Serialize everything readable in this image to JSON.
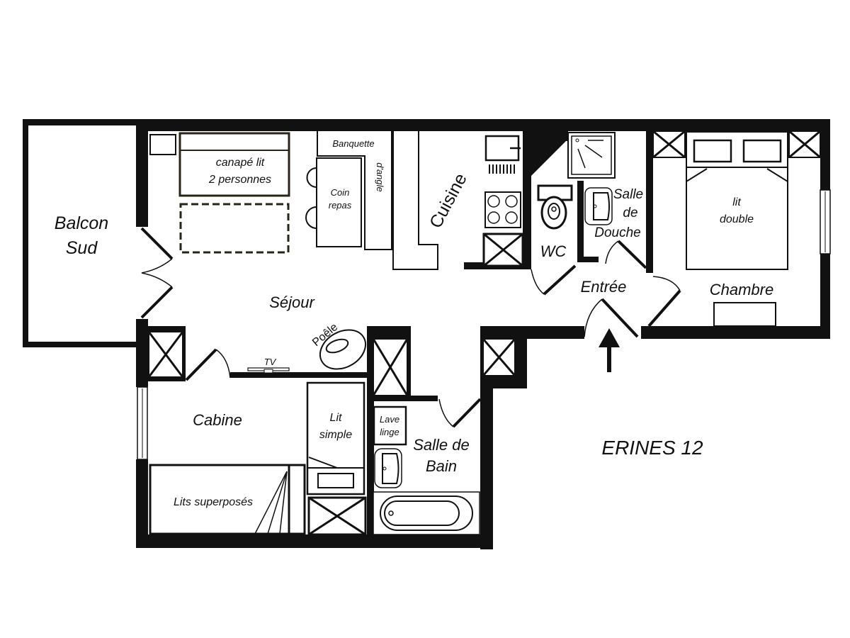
{
  "plan": {
    "title": "ERINES 12",
    "colors": {
      "wall": "#111111",
      "background": "#ffffff"
    },
    "rooms": {
      "balcon": {
        "line1": "Balcon",
        "line2": "Sud"
      },
      "sejour": "Séjour",
      "cuisine": "Cuisine",
      "wc": "WC",
      "salle_douche": {
        "line1": "Salle",
        "line2": "de",
        "line3": "Douche"
      },
      "entree": "Entrée",
      "chambre": "Chambre",
      "cabine": "Cabine",
      "salle_bain": {
        "line1": "Salle de",
        "line2": "Bain"
      }
    },
    "furniture": {
      "canape": {
        "line1": "canapé lit",
        "line2": "2 personnes"
      },
      "banquette": {
        "line1": "Banquette",
        "line2": "d'angle"
      },
      "coin_repas": {
        "line1": "Coin",
        "line2": "repas"
      },
      "lit_double": {
        "line1": "lit",
        "line2": "double"
      },
      "poele": "Poêle",
      "tv": "TV",
      "lit_simple": {
        "line1": "Lit",
        "line2": "simple"
      },
      "lits_superposes": "Lits superposés",
      "lave_linge": {
        "line1": "Lave",
        "line2": "linge"
      }
    },
    "icons": {
      "entrance": "entrance-arrow-icon",
      "cupboard": "storage-cross-icon",
      "window": "window-icon",
      "door": "door-swing-icon"
    }
  }
}
